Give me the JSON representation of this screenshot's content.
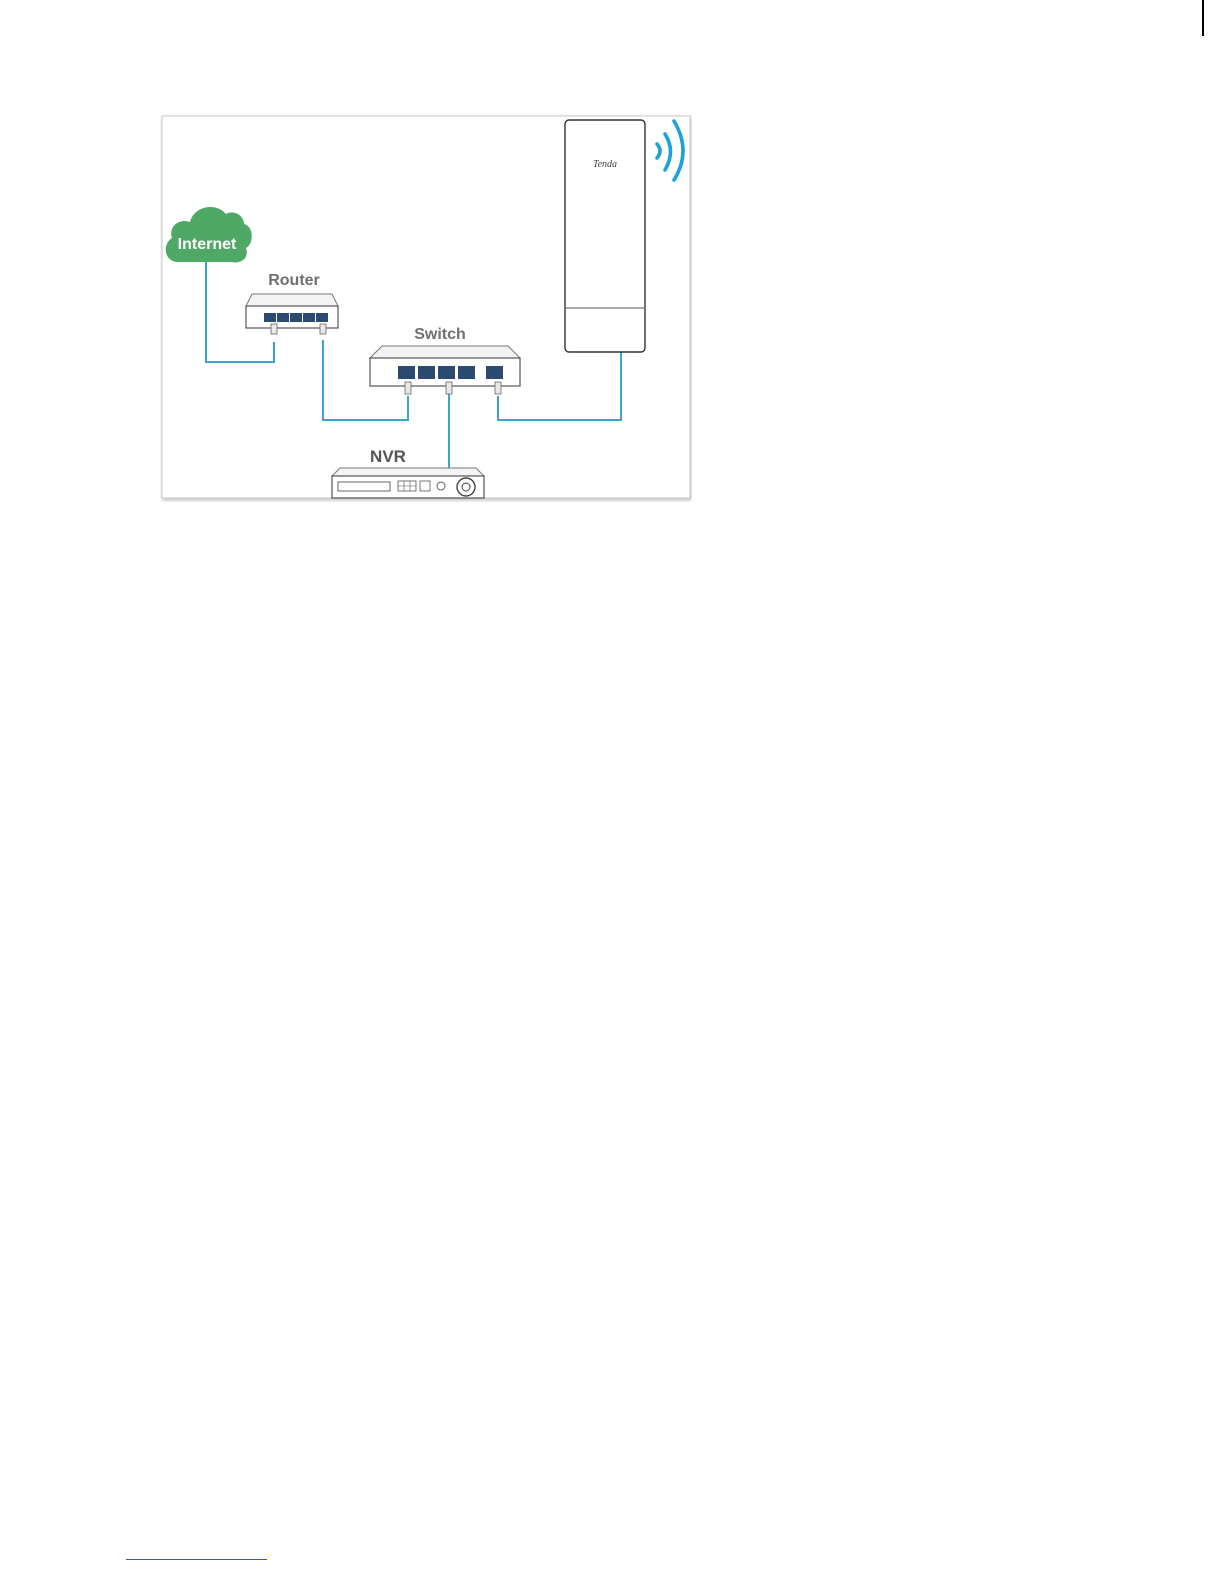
{
  "diagram": {
    "labels": {
      "internet": "Internet",
      "router": "Router",
      "switch": "Switch",
      "nvr": "NVR",
      "brand": "Tenda"
    },
    "colors": {
      "cable": "#3aa6d0",
      "cloud": "#4fa865",
      "wifi_waves": "#1da1dc",
      "device_outline": "#555555",
      "port": "#2b4a70",
      "frame_border": "#c8c8c8"
    }
  }
}
